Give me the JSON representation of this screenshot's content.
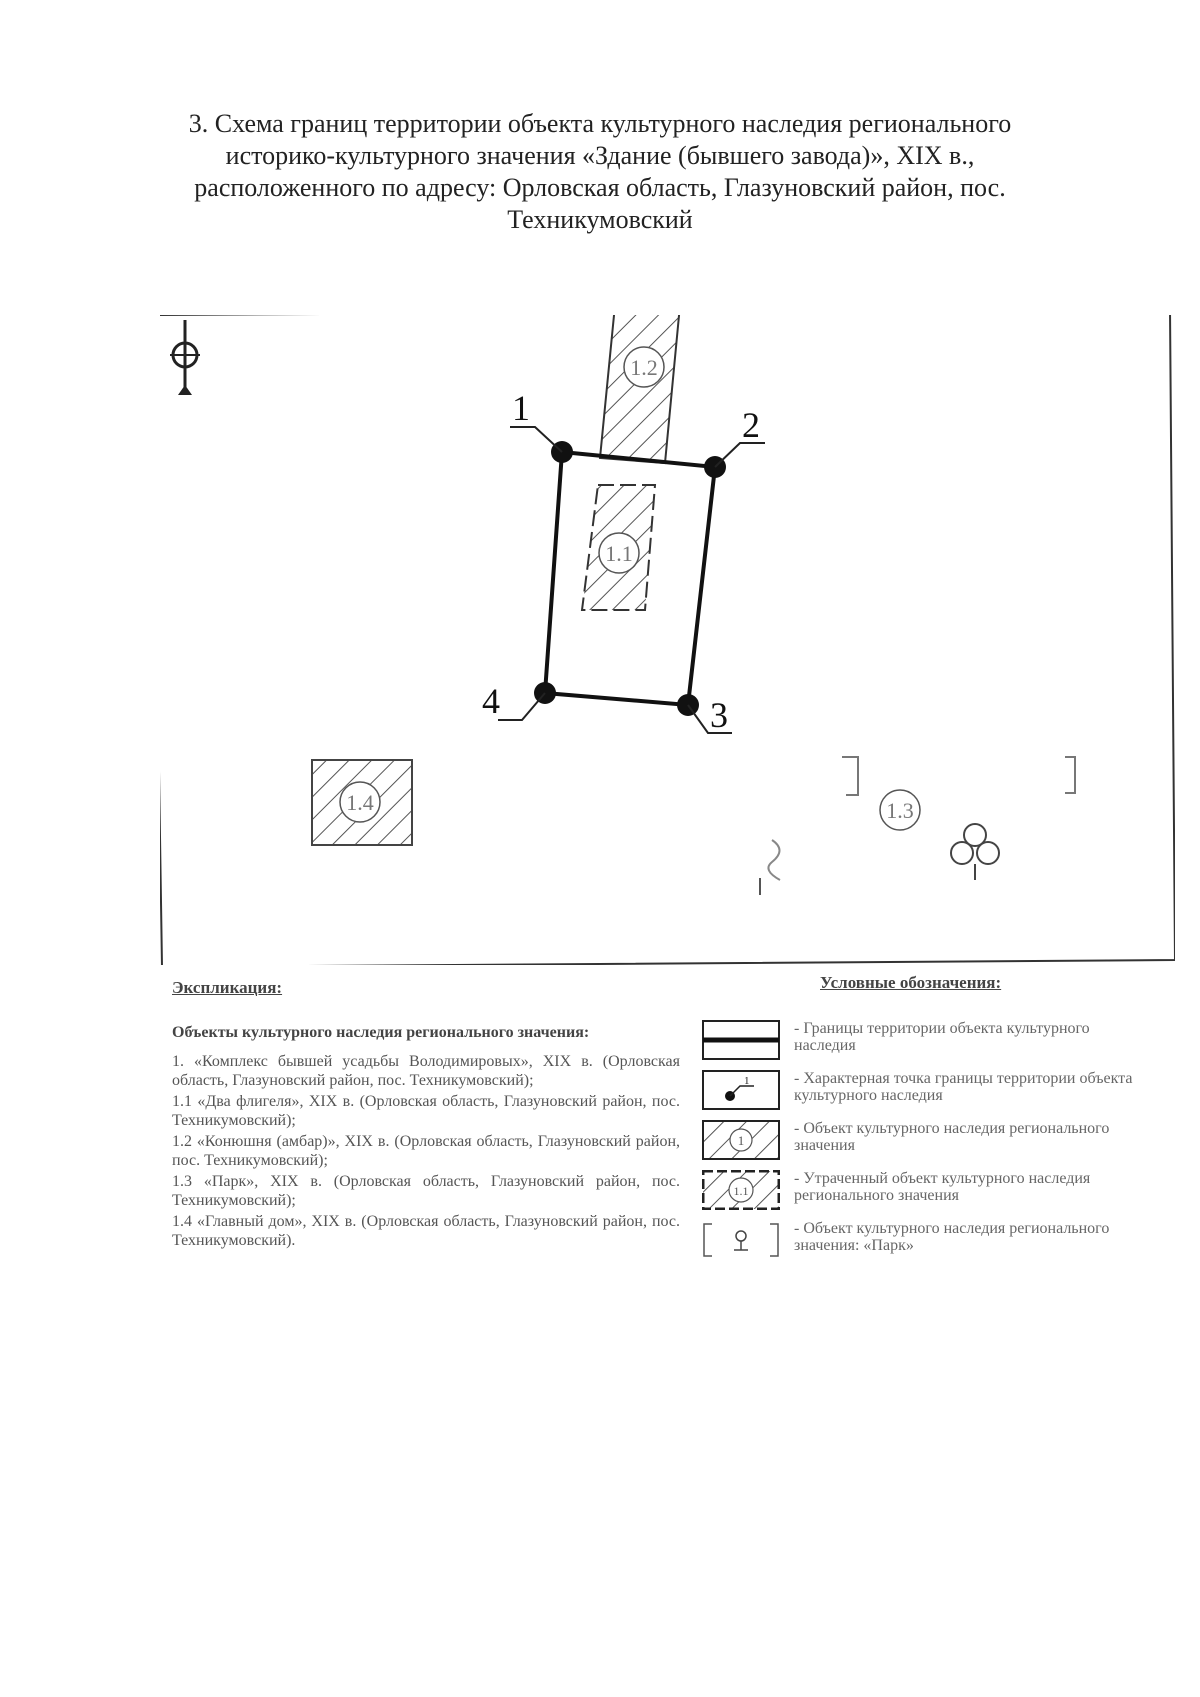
{
  "title": {
    "line1": "3. Схема границ территории объекта культурного наследия регионального",
    "line2": "историко-культурного значения «Здание (бывшего завода)», XIX в.,",
    "line3": "расположенного по адресу: Орловская область, Глазуновский район, пос.",
    "line4": "Техникумовский"
  },
  "map": {
    "point_labels": [
      "1",
      "2",
      "3",
      "4"
    ],
    "object_labels": {
      "o11": "1.1",
      "o12": "1.2",
      "o13": "1.3",
      "o14": "1.4"
    },
    "colors": {
      "boundary": "#111111",
      "hatch": "#555555",
      "frame": "#333333"
    }
  },
  "explication": {
    "heading": "Экспликация:",
    "subheading": "Объекты культурного наследия регионального значения:",
    "items": [
      "1. «Комплекс бывшей усадьбы Володимировых», XIX в. (Орловская область, Глазуновский район, пос. Техникумовский);",
      "1.1 «Два флигеля», XIX в. (Орловская область, Глазуновский район, пос. Техникумовский);",
      "1.2 «Конюшня (амбар)», XIX в. (Орловская область, Глазуновский район, пос. Техникумовский);",
      "1.3 «Парк», XIX в. (Орловская область, Глазуновский район, пос. Техникумовский);",
      "1.4 «Главный дом», XIX в. (Орловская область, Глазуновский район, пос. Техникумовский)."
    ]
  },
  "legend": {
    "heading": "Условные обозначения:",
    "items": [
      {
        "icon": "boundary-line-icon",
        "text": "- Границы территории объекта культурного наследия"
      },
      {
        "icon": "characteristic-point-icon",
        "label": "1",
        "text": "- Характерная точка границы территории объекта культурного наследия"
      },
      {
        "icon": "hatched-object-icon",
        "label": "1",
        "text": "- Объект культурного наследия регионального значения"
      },
      {
        "icon": "lost-object-icon",
        "label": "1.1",
        "text": "- Утраченный объект культурного наследия регионального значения"
      },
      {
        "icon": "park-icon",
        "text": "- Объект культурного наследия регионального значения: «Парк»"
      }
    ]
  }
}
